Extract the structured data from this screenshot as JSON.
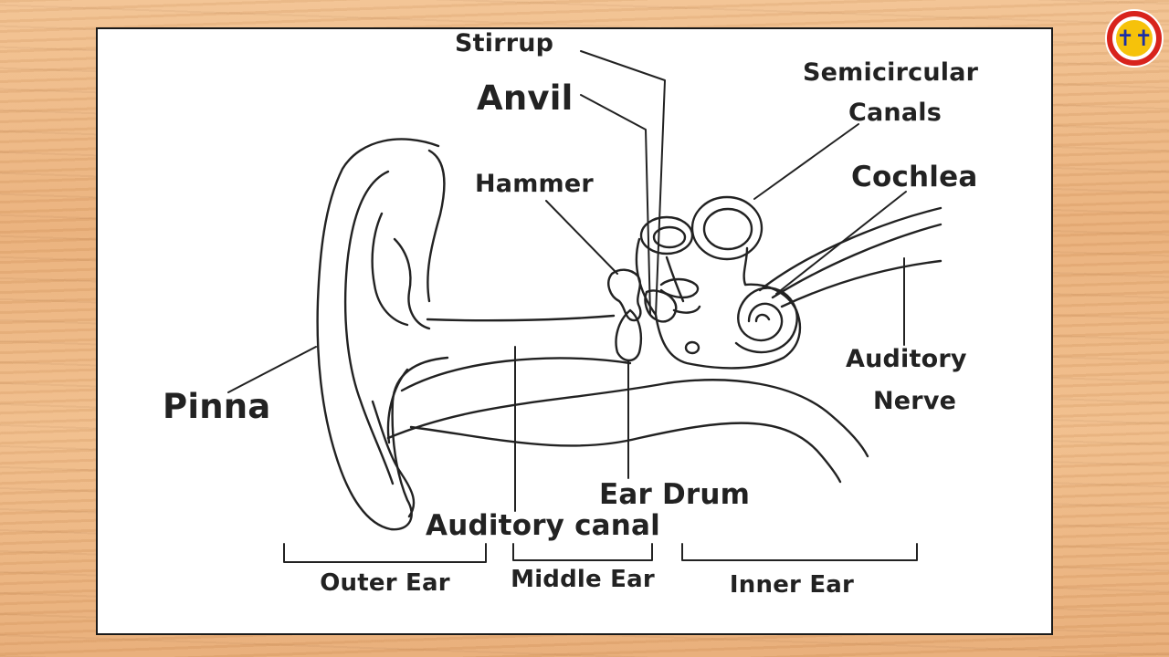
{
  "labels": {
    "stirrup": "Stirrup",
    "anvil": "Anvil",
    "hammer": "Hammer",
    "semicircular_1": "Semicircular",
    "semicircular_2": "Canals",
    "cochlea": "Cochlea",
    "auditory_nerve_1": "Auditory",
    "auditory_nerve_2": "Nerve",
    "pinna": "Pinna",
    "ear_drum": "Ear Drum",
    "auditory_canal": "Auditory canal"
  },
  "sections": {
    "outer": "Outer Ear",
    "middle": "Middle Ear",
    "inner": "Inner Ear"
  },
  "colors": {
    "line": "#222222",
    "board": "#ffffff",
    "logo_ring": "#d8231c",
    "logo_core": "#f6c20a",
    "logo_glyph": "#1b2fa6"
  },
  "logo": {
    "icon": "cross-emblem-icon"
  }
}
